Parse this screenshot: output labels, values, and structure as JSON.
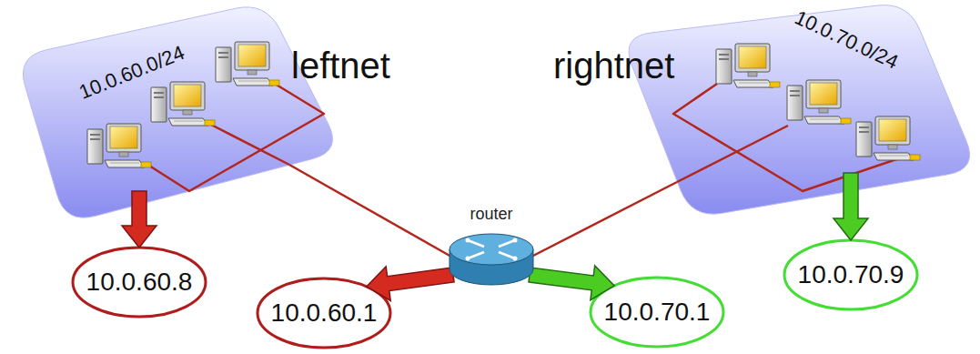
{
  "diagram": {
    "nodes": [
      {
        "text": [
          "10.0.60.0/24",
          "leftnet"
        ]
      },
      {
        "text": [
          "rightnet",
          "10.0.70.0/24"
        ]
      },
      {
        "text": [
          "router"
        ]
      },
      {
        "text": [
          "10.0.60.8"
        ]
      },
      {
        "text": [
          "10.0.60.1"
        ]
      },
      {
        "text": [
          "10.0.70.1"
        ]
      },
      {
        "text": [
          "10.0.70.9"
        ]
      }
    ],
    "edges": [
      {
        "from": 0,
        "to": 2,
        "arrow": "none"
      },
      {
        "from": 2,
        "to": 1,
        "arrow": "none"
      },
      {
        "from": 0,
        "to": 3,
        "arrow": "to"
      },
      {
        "from": 2,
        "to": 4,
        "arrow": "to"
      },
      {
        "from": 2,
        "to": 5,
        "arrow": "to"
      },
      {
        "from": 1,
        "to": 6,
        "arrow": "to"
      }
    ]
  }
}
